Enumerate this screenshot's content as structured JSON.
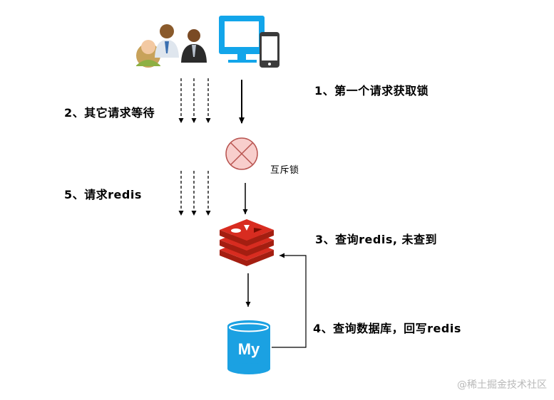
{
  "steps": {
    "step1": "1、第一个请求获取锁",
    "step2": "2、其它请求等待",
    "step3": "3、查询redis, 未查到",
    "step4": "4、查询数据库，回写redis",
    "step5": "5、请求redis"
  },
  "mutex_label": "互斥锁",
  "mysql_text": "My",
  "watermark": "@稀土掘金技术社区",
  "colors": {
    "arrow": "#000000",
    "mutex_fill": "#f8cecc",
    "mutex_stroke": "#b85450",
    "redis_red": "#d82c20",
    "mysql_blue": "#1ba1e2",
    "monitor_blue": "#12a5ea"
  },
  "icons": [
    "users-icon",
    "monitor-icon",
    "phone-icon",
    "mutex-icon",
    "redis-icon",
    "mysql-icon"
  ]
}
